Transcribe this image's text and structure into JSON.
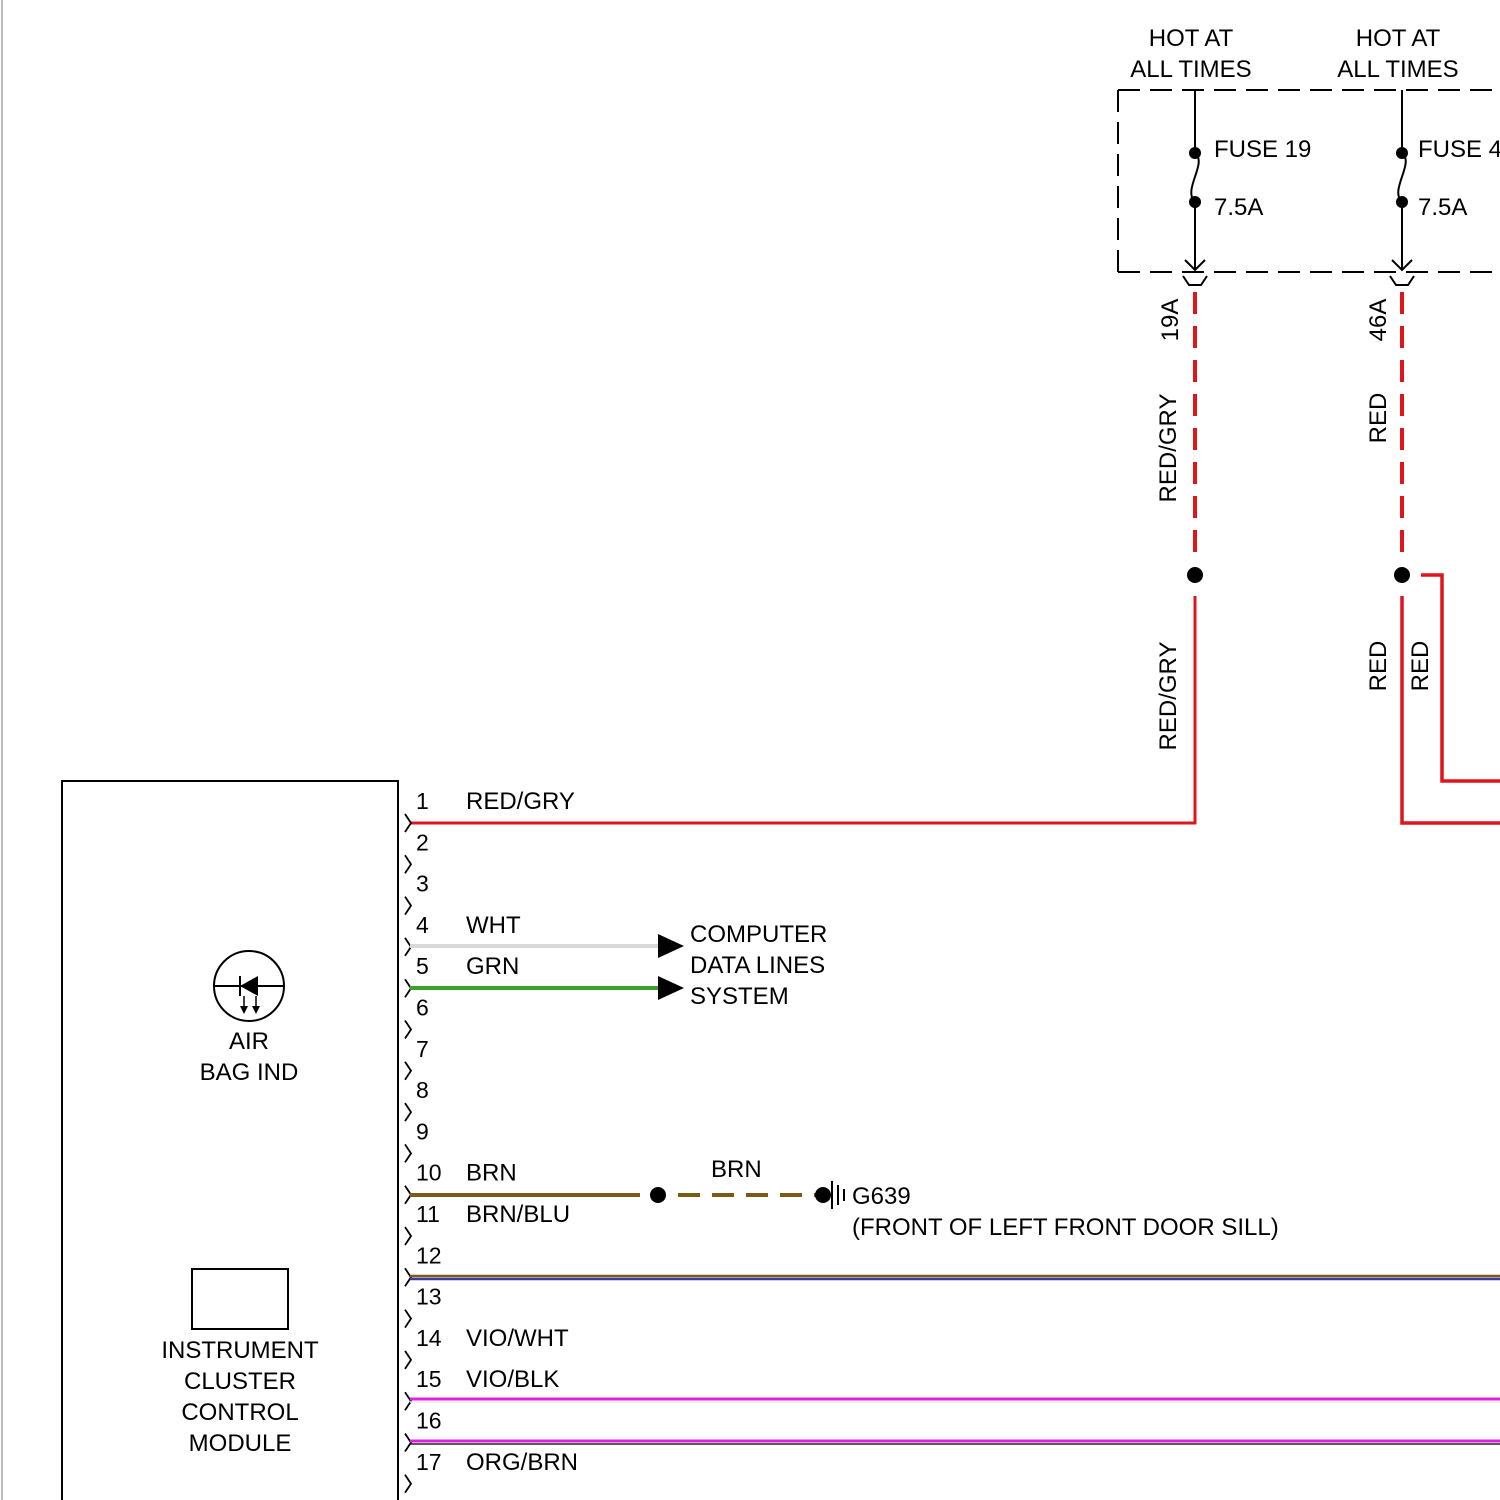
{
  "power": {
    "fuse19": {
      "hot_line1": "HOT AT",
      "hot_line2": "ALL TIMES",
      "fuse_label": "FUSE 19",
      "rating": "7.5A",
      "terminal": "19A",
      "wire_upper": "RED/GRY",
      "wire_lower": "RED/GRY"
    },
    "fuse46": {
      "hot_line1": "HOT AT",
      "hot_line2": "ALL TIMES",
      "fuse_label": "FUSE 4",
      "rating": "7.5A",
      "terminal": "46A",
      "wire_upper": "RED",
      "wire_lower_a": "RED",
      "wire_lower_b": "RED"
    }
  },
  "module": {
    "airbag_line1": "AIR",
    "airbag_line2": "BAG IND",
    "name_line1": "INSTRUMENT",
    "name_line2": "CLUSTER",
    "name_line3": "CONTROL",
    "name_line4": "MODULE"
  },
  "pins": [
    {
      "num": "1",
      "wire": "RED/GRY"
    },
    {
      "num": "2",
      "wire": ""
    },
    {
      "num": "3",
      "wire": ""
    },
    {
      "num": "4",
      "wire": "WHT"
    },
    {
      "num": "5",
      "wire": "GRN"
    },
    {
      "num": "6",
      "wire": ""
    },
    {
      "num": "7",
      "wire": ""
    },
    {
      "num": "8",
      "wire": ""
    },
    {
      "num": "9",
      "wire": ""
    },
    {
      "num": "10",
      "wire": "BRN"
    },
    {
      "num": "11",
      "wire": "BRN/BLU"
    },
    {
      "num": "12",
      "wire": ""
    },
    {
      "num": "13",
      "wire": ""
    },
    {
      "num": "14",
      "wire": "VIO/WHT"
    },
    {
      "num": "15",
      "wire": "VIO/BLK"
    },
    {
      "num": "16",
      "wire": ""
    },
    {
      "num": "17",
      "wire": "ORG/BRN"
    }
  ],
  "data_lines": {
    "line1": "COMPUTER",
    "line2": "DATA LINES",
    "line3": "SYSTEM"
  },
  "ground": {
    "wire": "BRN",
    "id": "G639",
    "location": "(FRONT OF LEFT FRONT DOOR SILL)"
  },
  "colors": {
    "red": "#e0141c",
    "white_wire": "#d8d8d8",
    "green": "#3aa12a",
    "brown": "#7a5a14",
    "blue": "#3a3aa0",
    "violet": "#e020e0",
    "black": "#000000"
  }
}
